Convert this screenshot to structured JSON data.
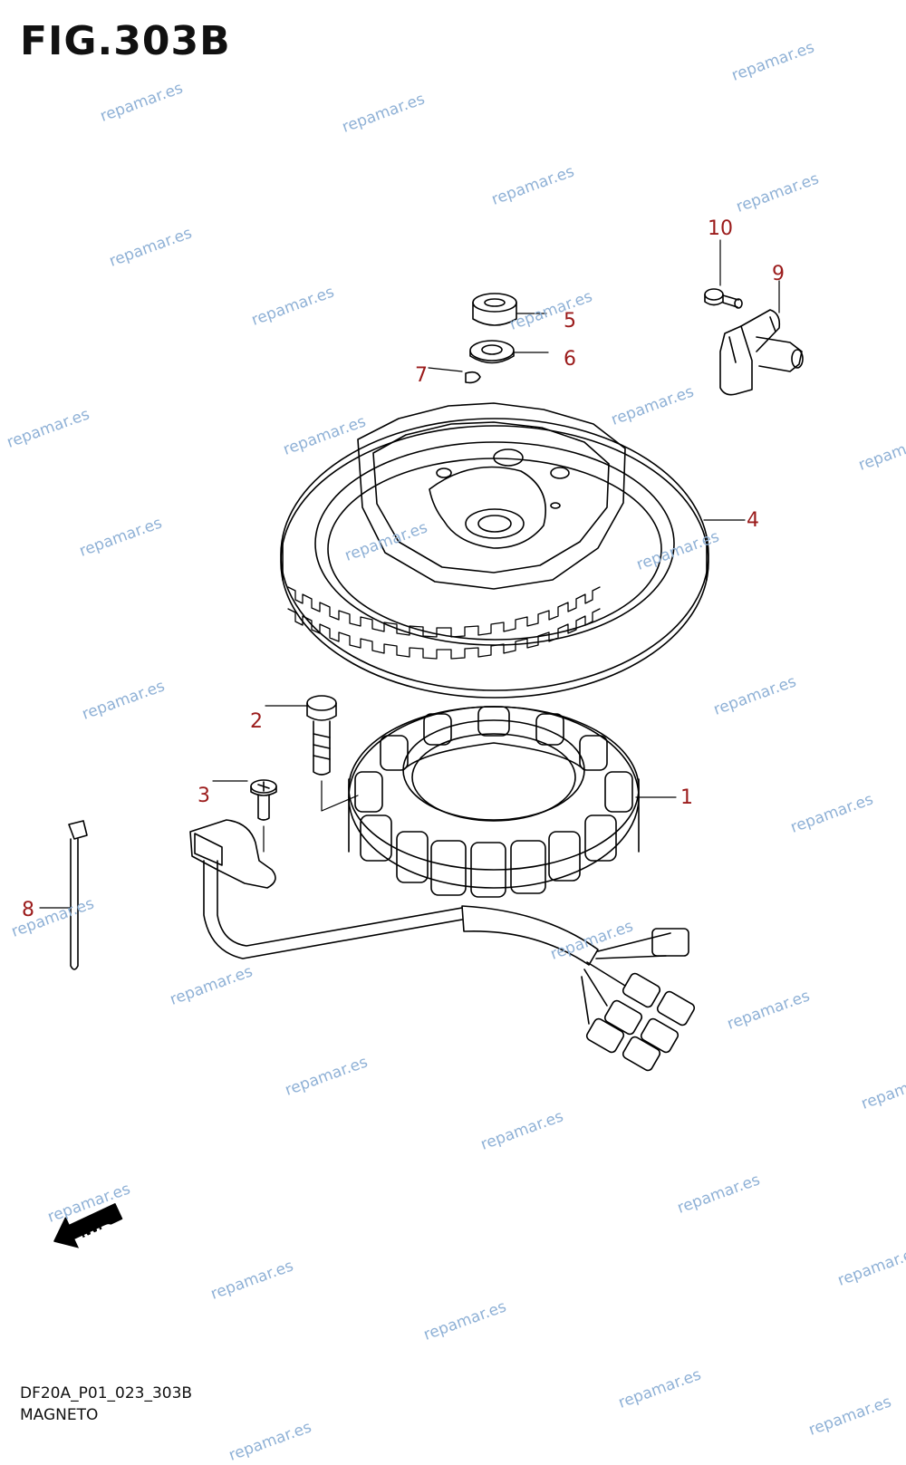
{
  "figure": {
    "title": "FIG.303B",
    "code": "DF20A_P01_023_303B",
    "name": "MAGNETO",
    "fwd_label": "FWD"
  },
  "watermark_text": "repamar.es",
  "callouts": [
    {
      "id": "1",
      "label": "1"
    },
    {
      "id": "2",
      "label": "2"
    },
    {
      "id": "3",
      "label": "3"
    },
    {
      "id": "4",
      "label": "4"
    },
    {
      "id": "5",
      "label": "5"
    },
    {
      "id": "6",
      "label": "6"
    },
    {
      "id": "7",
      "label": "7"
    },
    {
      "id": "8",
      "label": "8"
    },
    {
      "id": "9",
      "label": "9"
    },
    {
      "id": "10",
      "label": "10"
    }
  ],
  "colors": {
    "callout": "#9b1b1b",
    "watermark": "#8fb1d6",
    "line": "#000000"
  }
}
